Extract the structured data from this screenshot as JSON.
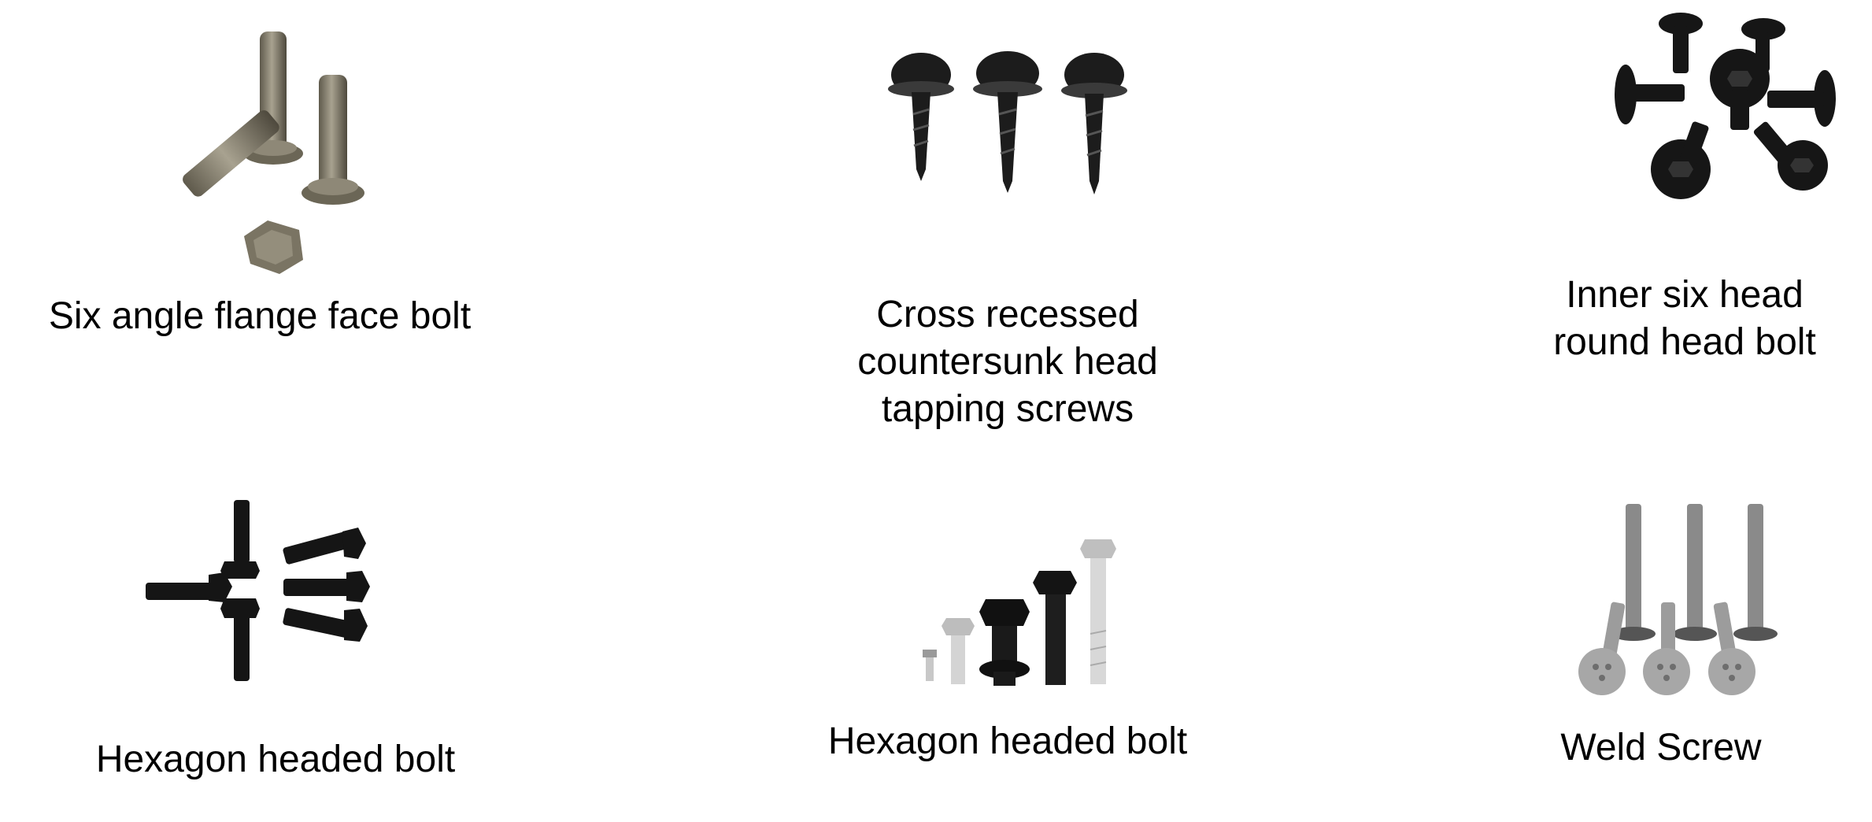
{
  "products": [
    {
      "id": "flange",
      "caption": "Six angle flange face bolt",
      "icon": "flange-bolt-icon"
    },
    {
      "id": "tapping",
      "caption": "Cross recessed\ncountersunk head\ntapping screws",
      "icon": "tapping-screw-icon"
    },
    {
      "id": "socket",
      "caption": "Inner six head\nround head bolt",
      "icon": "socket-head-bolt-icon"
    },
    {
      "id": "hex-black",
      "caption": "Hexagon headed bolt",
      "icon": "hex-bolt-black-icon"
    },
    {
      "id": "hex-assorted",
      "caption": "Hexagon headed bolt",
      "icon": "hex-bolt-assorted-icon"
    },
    {
      "id": "weld",
      "caption": "Weld Screw",
      "icon": "weld-screw-icon"
    }
  ],
  "colors": {
    "background": "#ffffff",
    "text": "#000000",
    "steel": "#8a8472",
    "black_oxide": "#1a1a1a",
    "zinc": "#c8c8c8"
  }
}
